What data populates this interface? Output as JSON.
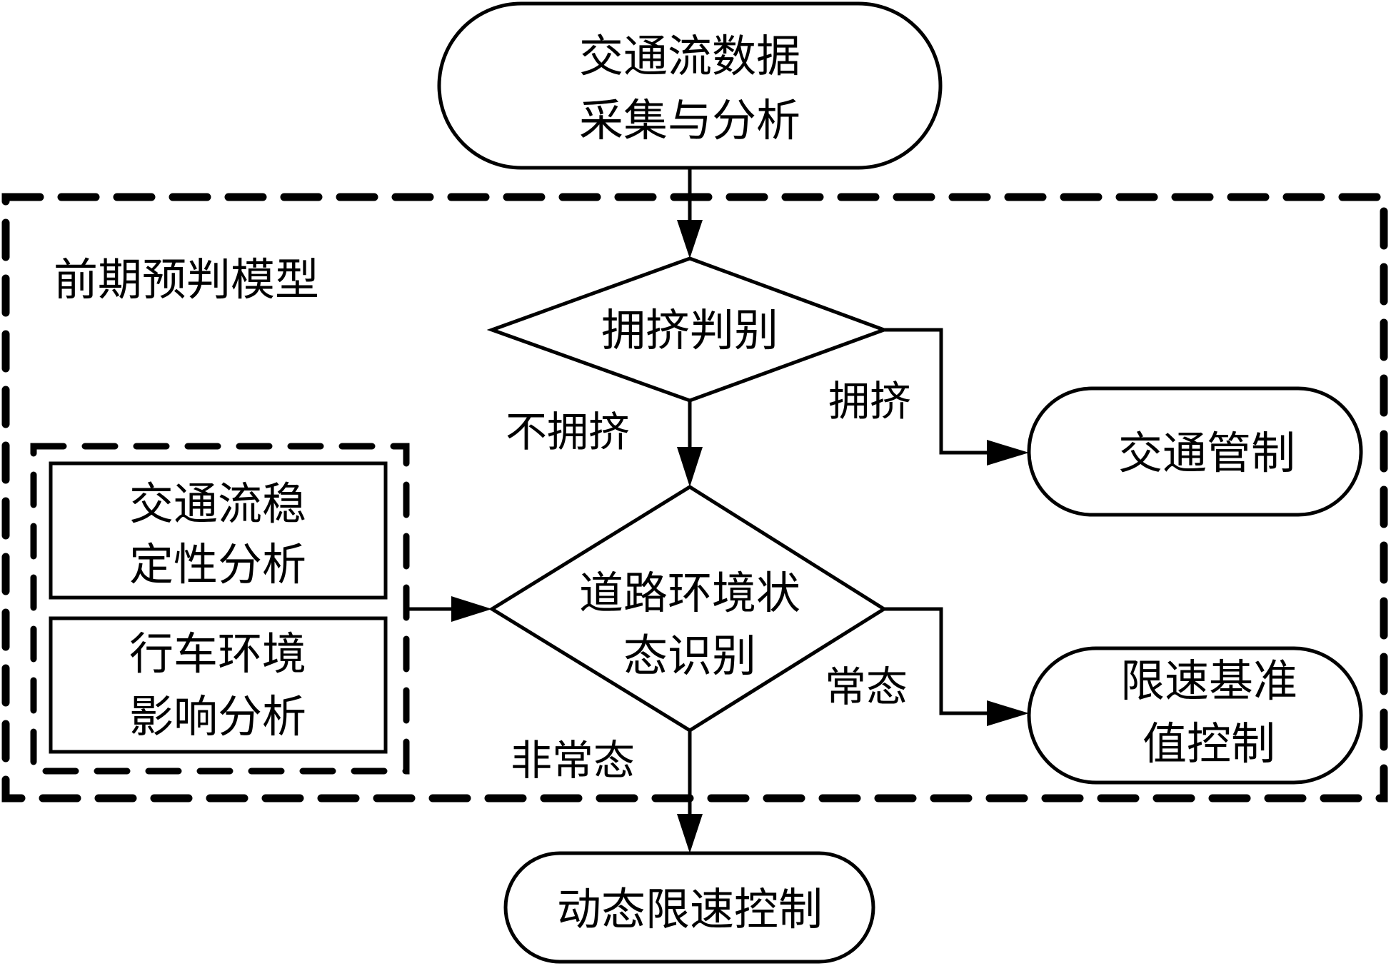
{
  "diagram": {
    "type": "flowchart",
    "start_node": {
      "lines": [
        "交通流数据",
        "采集与分析"
      ]
    },
    "container": {
      "label": "前期预判模型"
    },
    "decision_congestion": {
      "label": "拥挤判别"
    },
    "edge_congested": {
      "label": "拥挤"
    },
    "edge_not_congested": {
      "label": "不拥挤"
    },
    "traffic_control": {
      "label": "交通管制"
    },
    "sub_analysis": {
      "boxes": [
        {
          "lines": [
            "交通流稳",
            "定性分析"
          ]
        },
        {
          "lines": [
            "行车环境",
            "影响分析"
          ]
        }
      ]
    },
    "decision_road_env": {
      "lines": [
        "道路环境状",
        "态识别"
      ]
    },
    "edge_normal": {
      "label": "常态"
    },
    "edge_abnormal": {
      "label": "非常态"
    },
    "speed_base_control": {
      "lines": [
        "限速基准",
        "值控制"
      ]
    },
    "end_node": {
      "label": "动态限速控制"
    },
    "colors": {
      "stroke": "#000000",
      "background": "#ffffff"
    }
  }
}
